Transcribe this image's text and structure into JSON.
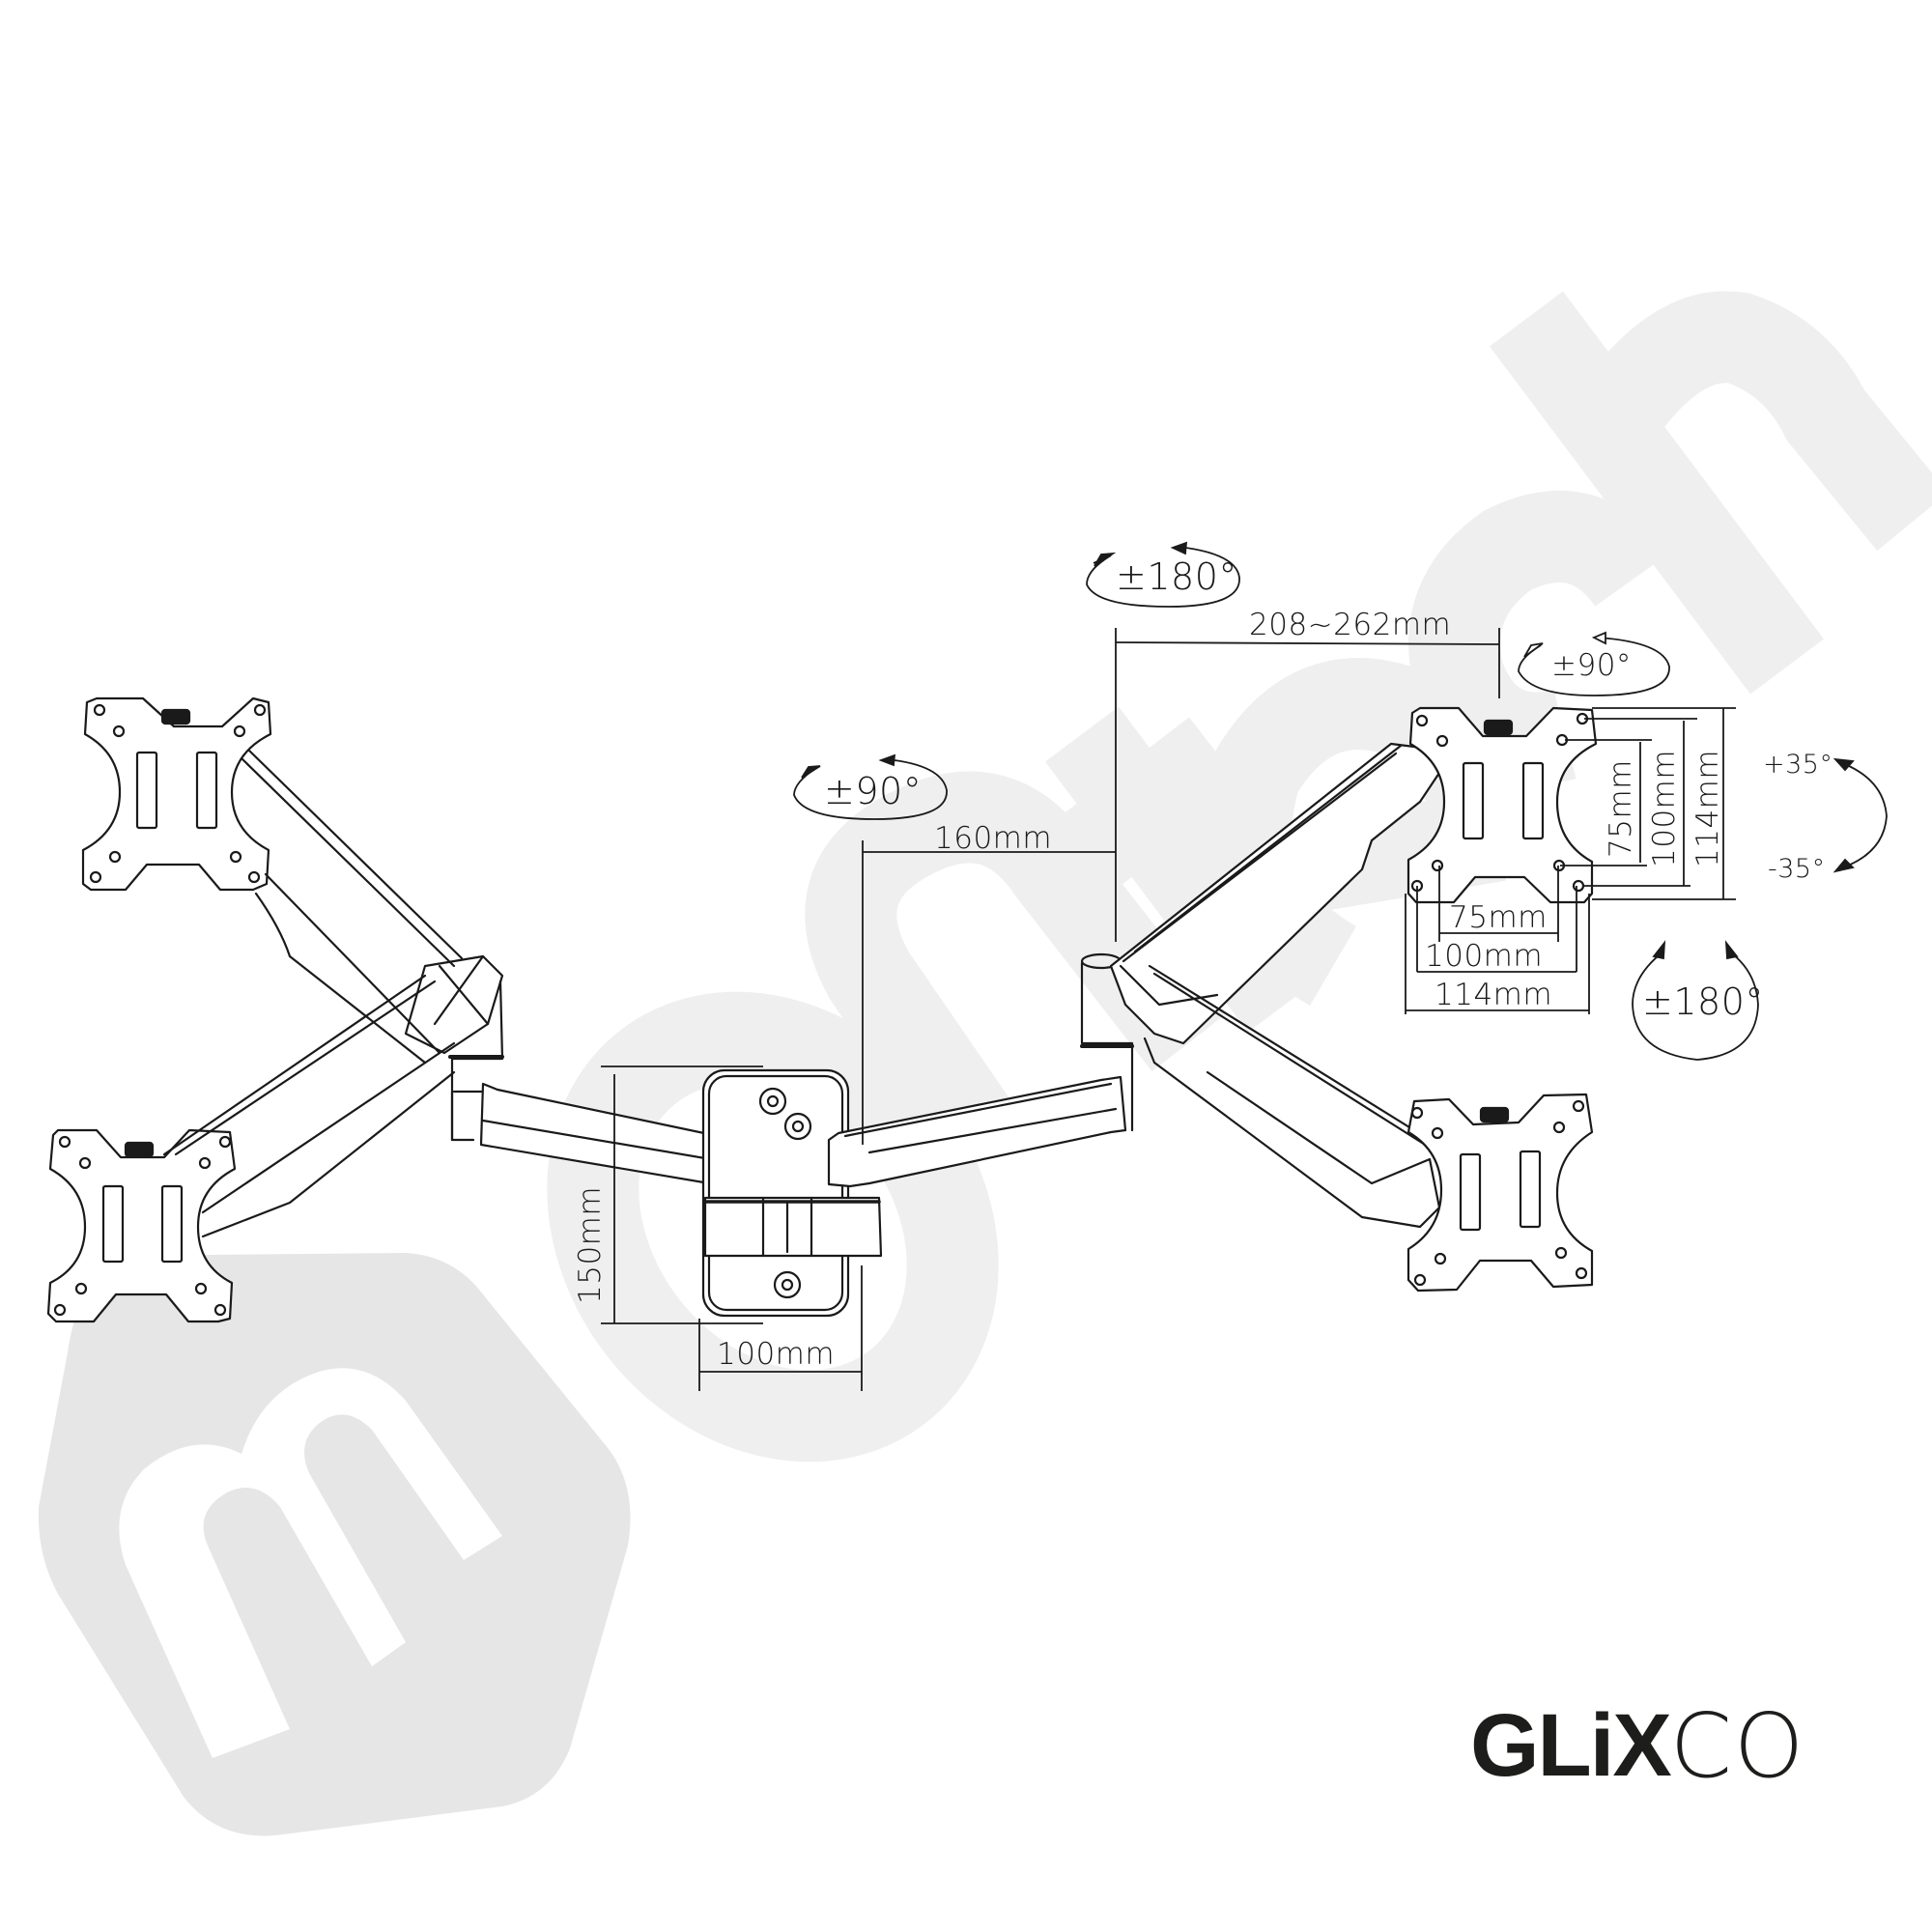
{
  "watermark": {
    "brand_text": "ontech",
    "badge_letter": "m",
    "badge_color": "#e6e6e6",
    "text_color": "#efefef"
  },
  "annotations": {
    "top_swivel": "±180°",
    "center_swivel": "±90°",
    "right_rotate": "±90°",
    "extension": "208~262mm",
    "arm_offset": "160mm",
    "plate_height": "150mm",
    "plate_width": "100mm",
    "tilt_up": "+35°",
    "tilt_down": "-35°",
    "rotation": "±180°"
  },
  "vesa": {
    "vertical": [
      "75mm",
      "100mm",
      "114mm"
    ],
    "horizontal": [
      "75mm",
      "100mm",
      "114mm"
    ]
  },
  "brand": {
    "logo_bold": "GLiX",
    "logo_light": "CO",
    "color": "#1d1d1b"
  },
  "colors": {
    "line": "#1a1a1a",
    "background": "#ffffff"
  }
}
